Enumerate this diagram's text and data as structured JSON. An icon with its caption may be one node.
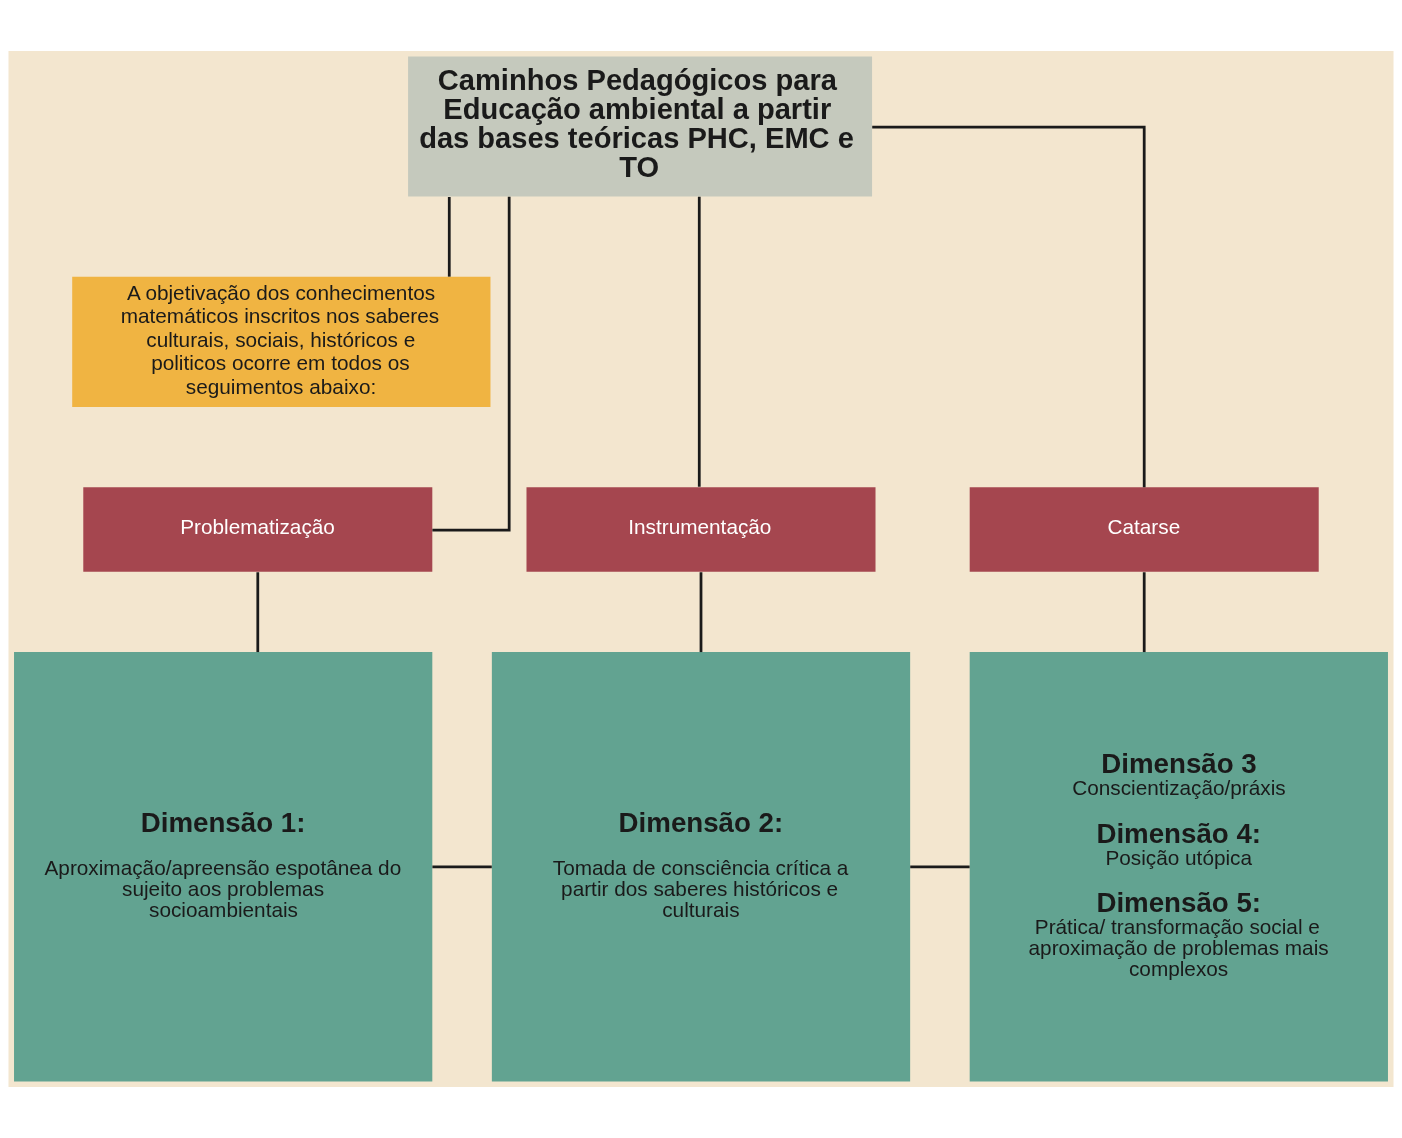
{
  "diagram": {
    "nodes": [
      {
        "text": [
          "Caminhos Pedagógicos para Educação ambiental a partir das bases teóricas PHC, EMC e TO"
        ]
      },
      {
        "text": [
          "A objetivação dos conhecimentos matemáticos inscritos nos saberes culturais, sociais, históricos e politicos ocorre em todos os seguimentos abaixo:"
        ]
      },
      {
        "text": [
          "Problematização"
        ]
      },
      {
        "text": [
          "Instrumentação"
        ]
      },
      {
        "text": [
          "Catarse"
        ]
      },
      {
        "text": [
          "Dimensão 1:",
          "Aproximação/apreensão espotânea do sujeito aos problemas socioambientais"
        ]
      },
      {
        "text": [
          "Dimensão 2:",
          "Tomada de consciência crítica a partir dos saberes históricos e culturais"
        ]
      },
      {
        "text": [
          "Dimensão 3",
          "Conscientização/práxis",
          "Dimensão 4:",
          "Posição utópica",
          "Dimensão 5:",
          "Prática/ transformação social e aproximação de problemas mais complexos"
        ]
      }
    ],
    "edges": [
      {
        "from": 0,
        "to": 1,
        "arrow": "none"
      },
      {
        "from": 0,
        "to": 2,
        "arrow": "none"
      },
      {
        "from": 0,
        "to": 3,
        "arrow": "none"
      },
      {
        "from": 0,
        "to": 4,
        "arrow": "none"
      },
      {
        "from": 2,
        "to": 5,
        "arrow": "none"
      },
      {
        "from": 3,
        "to": 6,
        "arrow": "none"
      },
      {
        "from": 4,
        "to": 7,
        "arrow": "none"
      },
      {
        "from": 5,
        "to": 6,
        "arrow": "none"
      },
      {
        "from": 6,
        "to": 7,
        "arrow": "none"
      }
    ]
  }
}
